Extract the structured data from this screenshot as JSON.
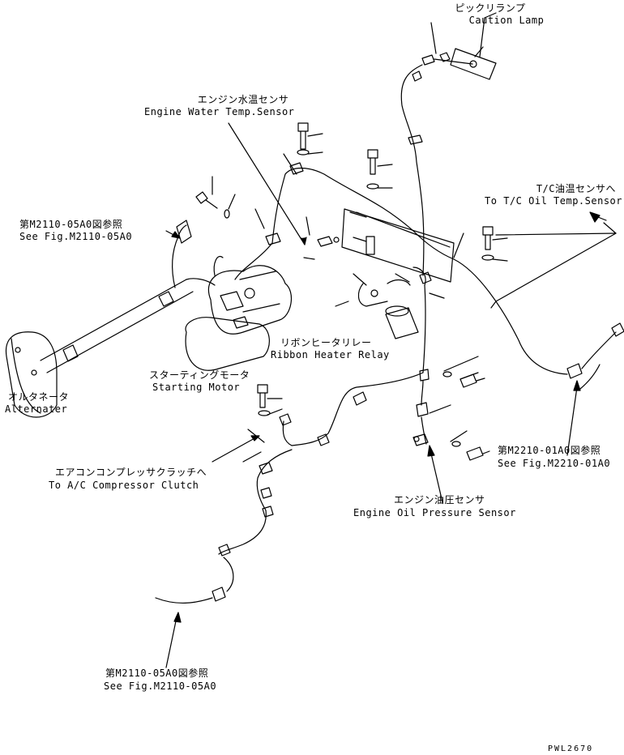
{
  "labels": {
    "caution_lamp_jp": "ピックリランプ",
    "caution_lamp_en": "Caution Lamp",
    "water_temp_jp": "エンジン水温センサ",
    "water_temp_en": "Engine Water Temp.Sensor",
    "tc_oil_jp": "T/C油温センサへ",
    "tc_oil_en": "To T/C Oil Temp.Sensor",
    "ref_top_left_jp": "第M2110-05A0図参照",
    "ref_top_left_en": "See Fig.M2110-05A0",
    "ribbon_jp": "リボンヒータリレー",
    "ribbon_en": "Ribbon Heater Relay",
    "alternator_jp": "オルタネータ",
    "alternator_en": "Alternater",
    "starting_jp": "スターティングモータ",
    "starting_en": "Starting Motor",
    "ac_jp": "エアコンコンプレッサクラッチへ",
    "ac_en": "To A/C Compressor Clutch",
    "ref_right_jp": "第M2210-01A0図参照",
    "ref_right_en": "See Fig.M2210-01A0",
    "oil_press_jp": "エンジン油圧センサ",
    "oil_press_en": "Engine Oil Pressure Sensor",
    "ref_bottom_jp": "第M2110-05A0図参照",
    "ref_bottom_en": "See Fig.M2110-05A0",
    "drawing_code": "PWL2670"
  }
}
